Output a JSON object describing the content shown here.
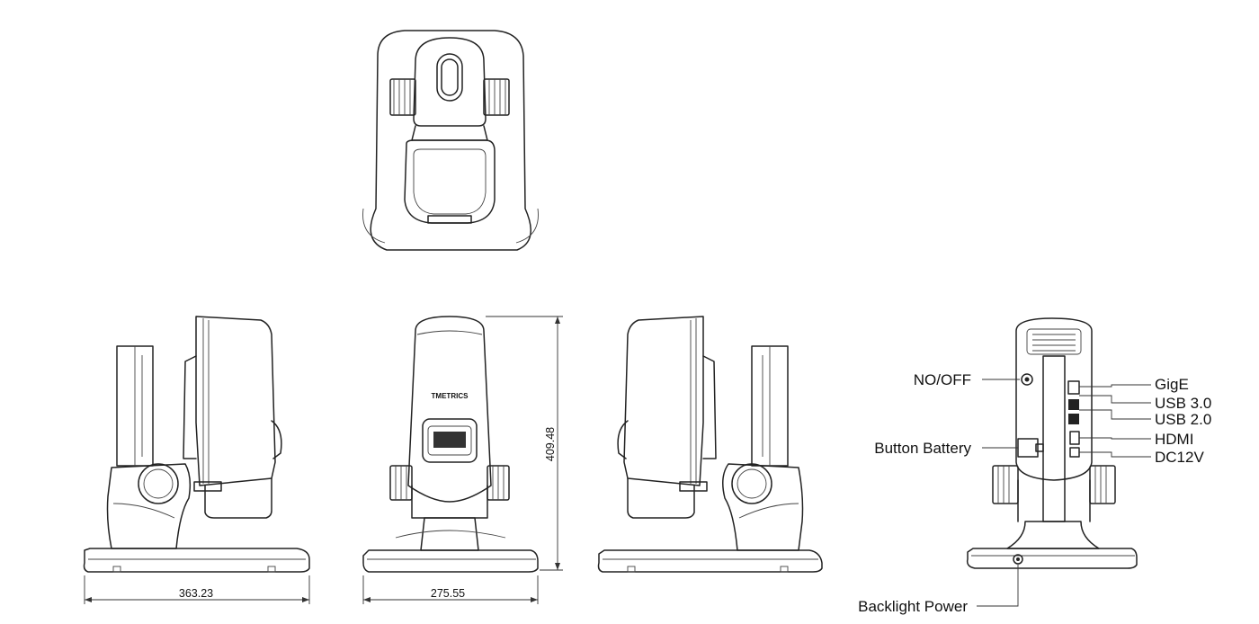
{
  "views": {
    "top": "top-view",
    "side_left": "left-side-view",
    "front": "front-view",
    "side_right": "right-side-view",
    "rear": "rear-view"
  },
  "brand_text": "TMETRICS",
  "dimensions": {
    "base_depth": "363.23",
    "base_width": "275.55",
    "height": "409.48"
  },
  "callouts": {
    "power_switch": "NO/OFF",
    "button_battery": "Button Battery",
    "backlight_power": "Backlight Power",
    "gige": "GigE",
    "usb3": "USB 3.0",
    "usb2": "USB 2.0",
    "hdmi": "HDMI",
    "dc12v": "DC12V"
  }
}
